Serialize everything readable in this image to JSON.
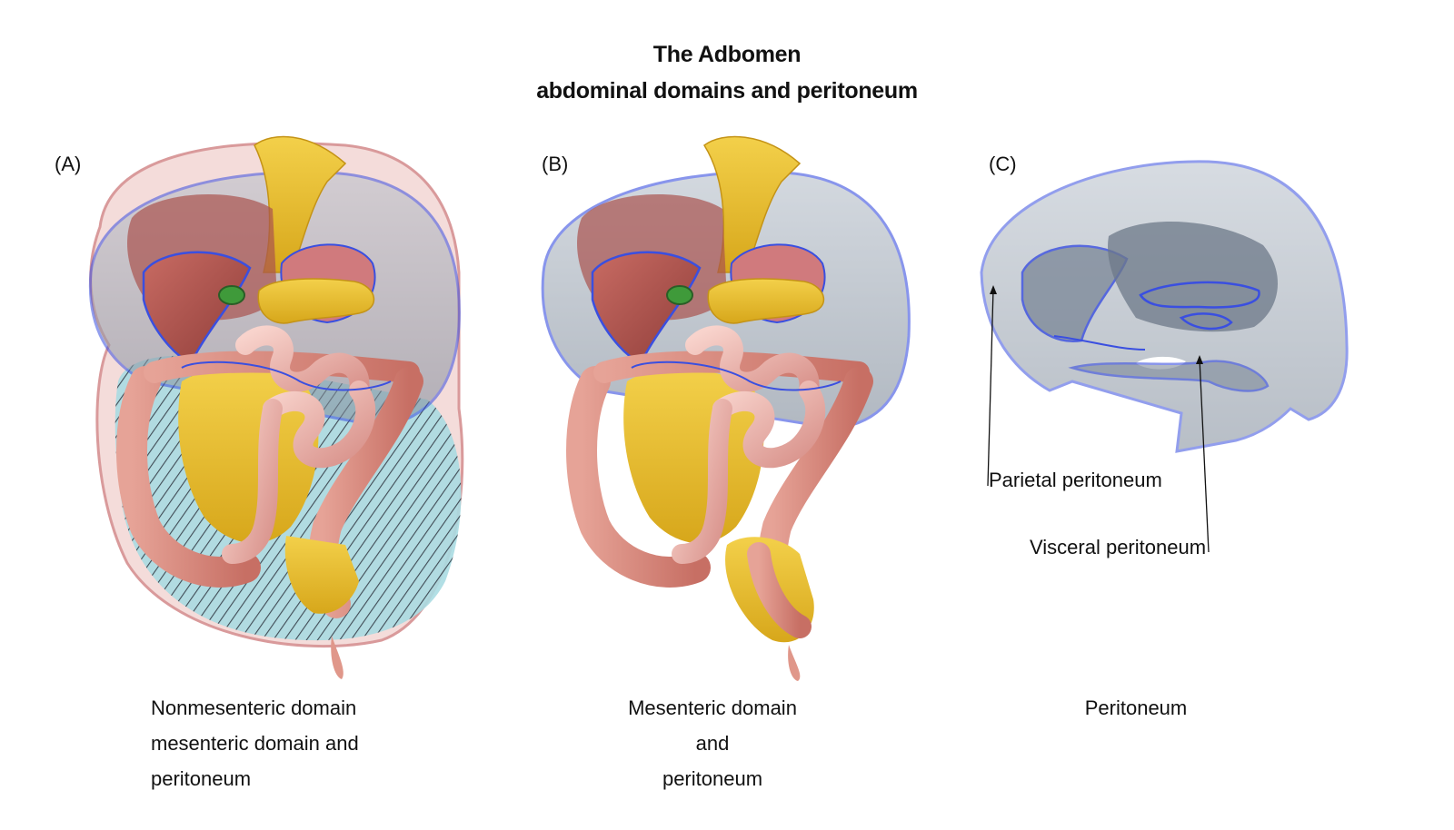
{
  "title": {
    "line1": "The Adbomen",
    "line2": "abdominal domains and peritoneum"
  },
  "panels": [
    {
      "letter": "(A)",
      "caption_lines": [
        "Nonmesenteric domain",
        "mesenteric domain and",
        "peritoneum"
      ]
    },
    {
      "letter": "(B)",
      "caption_lines": [
        "Mesenteric domain",
        "and",
        "peritoneum"
      ]
    },
    {
      "letter": "(C)",
      "caption_lines": [
        "Peritoneum"
      ],
      "annotations": {
        "parietal": "Parietal peritoneum",
        "visceral": "Visceral peritoneum"
      }
    }
  ],
  "colors": {
    "peritoneum_outline": "#3a4fe0",
    "peritoneum_fill": "#8e9aa8",
    "liver": "#b3544f",
    "fat": "#e8bf2c",
    "bowel": "#eeb3aa",
    "colon": "#e09a8e",
    "gallbladder": "#3f9a3a",
    "retroperitoneum": "#a9dbe2"
  }
}
